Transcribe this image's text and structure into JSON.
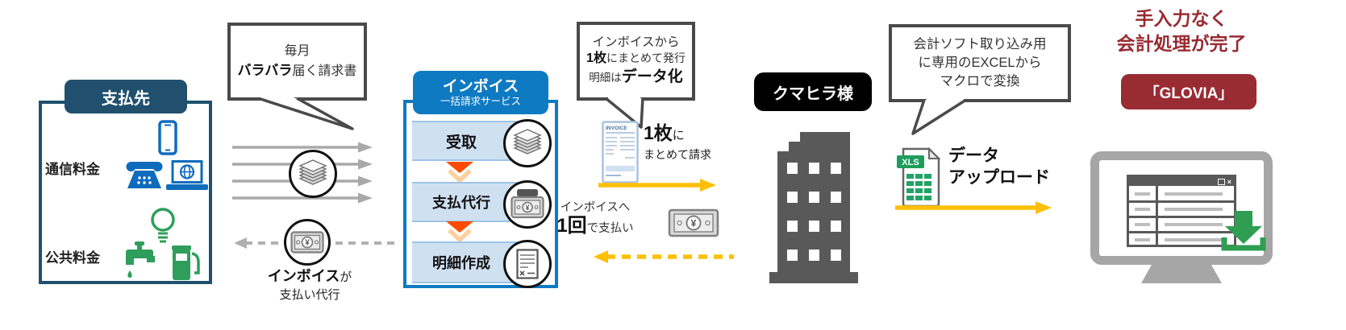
{
  "palette": {
    "navy": "#20506e",
    "service_blue": "#0d7ac2",
    "row_blue": "#cfe0f1",
    "icon_blue": "#0f6cbd",
    "icon_green": "#2e9e5a",
    "excel_green": "#21a366",
    "chevron_orange": "#ff4b00",
    "chevron_peach": "#ffcf9e",
    "flow_yellow": "#fdc006",
    "arrow_gray": "#a9a9a9",
    "monitor_gray": "#a6a6a6",
    "window_gray": "#595959",
    "maroon": "#992b33",
    "customer_black": "#000000"
  },
  "payer": {
    "title": "支払先",
    "row1_label": "通信料金",
    "row2_label": "公共料金"
  },
  "bubble_monthly": {
    "line1": "毎月",
    "line2_bold": "バラバラ",
    "line2_rest": "届く請求書"
  },
  "incoming_caption": {
    "bold": "インボイス",
    "rest": "が",
    "line2": "支払い代行"
  },
  "service": {
    "title": "インボイス",
    "subtitle": "一括請求サービス",
    "step1": "受取",
    "step2": "支払代行",
    "step3": "明細作成"
  },
  "bubble_issue": {
    "line1": "インボイスから",
    "line2_bold": "1枚",
    "line2_rest": "にまとめて発行",
    "line3_pre": "明細は",
    "line3_bold": "データ化"
  },
  "invoice_doc": {
    "label": "INVOICE"
  },
  "consolidate": {
    "bold": "1枚",
    "rest": "に",
    "line2": "まとめて請求"
  },
  "payment": {
    "line1": "インボイスへ",
    "bold": "1回",
    "rest": "で支払い"
  },
  "customer": {
    "name": "クマヒラ様"
  },
  "bubble_excel": {
    "line1": "会計ソフト取り込み用",
    "line2": "に専用のEXCELから",
    "line3": "マクロで変換"
  },
  "upload": {
    "xls": "XLS",
    "line1": "データ",
    "line2": "アップロード"
  },
  "result": {
    "line1": "手入力なく",
    "line2": "会計処理が完了",
    "badge": "「GLOVIA」"
  }
}
